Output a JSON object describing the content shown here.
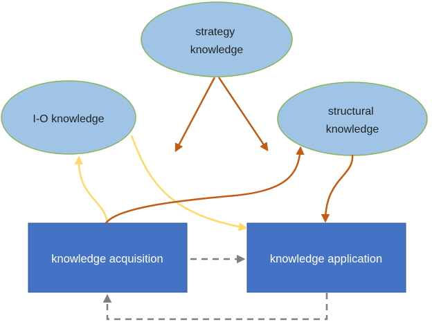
{
  "diagram": {
    "nodes": {
      "strategy": {
        "lines": [
          "strategy",
          "knowledge"
        ],
        "shape": "ellipse"
      },
      "io": {
        "lines": [
          "I-O knowledge"
        ],
        "shape": "ellipse"
      },
      "structural": {
        "lines": [
          "structural",
          "knowledge"
        ],
        "shape": "ellipse"
      },
      "acquisition": {
        "lines": [
          "knowledge acquisition"
        ],
        "shape": "box"
      },
      "application": {
        "lines": [
          "knowledge application"
        ],
        "shape": "box"
      }
    },
    "colors": {
      "ellipse_fill": "#9fc4e6",
      "ellipse_stroke": "#8ab45a",
      "box_fill": "#4472c4",
      "box_stroke": "#2f5597",
      "arrow_orange": "#c55a11",
      "arrow_yellow": "#ffd966",
      "arrow_gray": "#7f7f7f"
    },
    "edges": [
      {
        "from": "strategy",
        "to": "io-structural-gap-left",
        "style": "solid",
        "color": "arrow_orange"
      },
      {
        "from": "strategy",
        "to": "io-structural-gap-right",
        "style": "solid",
        "color": "arrow_orange"
      },
      {
        "from": "acquisition",
        "to": "io",
        "style": "solid",
        "color": "arrow_yellow"
      },
      {
        "from": "io",
        "to": "application",
        "style": "solid",
        "color": "arrow_yellow"
      },
      {
        "from": "acquisition",
        "to": "structural",
        "style": "solid",
        "color": "arrow_orange"
      },
      {
        "from": "structural",
        "to": "application",
        "style": "solid",
        "color": "arrow_orange"
      },
      {
        "from": "acquisition",
        "to": "application",
        "style": "dashed",
        "color": "arrow_gray"
      },
      {
        "from": "application",
        "to": "acquisition",
        "style": "dashed",
        "color": "arrow_gray"
      }
    ]
  }
}
